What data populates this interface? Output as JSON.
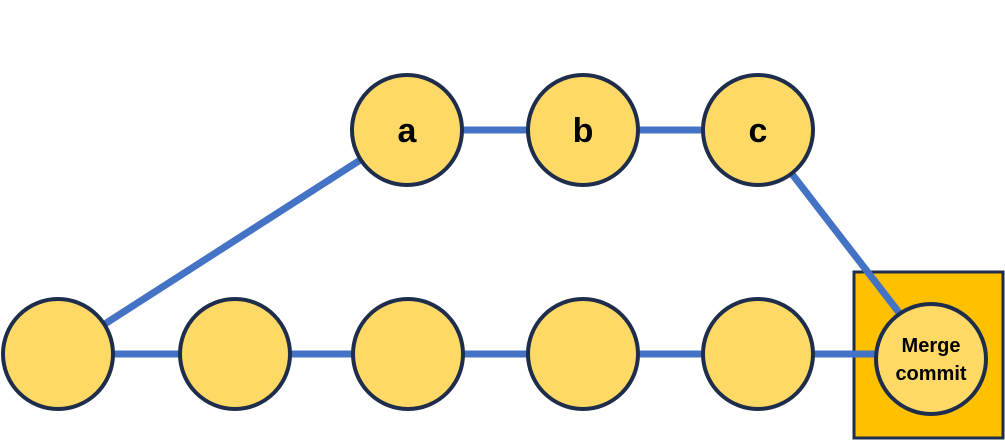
{
  "colors": {
    "node_fill": "#FFD966",
    "node_stroke": "#1F2D4D",
    "edge": "#4472C4",
    "highlight_fill": "#FFC000",
    "highlight_stroke": "#1F2D4D"
  },
  "nodes": {
    "main_1": {
      "label": ""
    },
    "main_2": {
      "label": ""
    },
    "main_3": {
      "label": ""
    },
    "main_4": {
      "label": ""
    },
    "main_5": {
      "label": ""
    },
    "branch_a": {
      "label": "a"
    },
    "branch_b": {
      "label": "b"
    },
    "branch_c": {
      "label": "c"
    },
    "merge": {
      "label_line1": "Merge",
      "label_line2": "commit"
    }
  }
}
